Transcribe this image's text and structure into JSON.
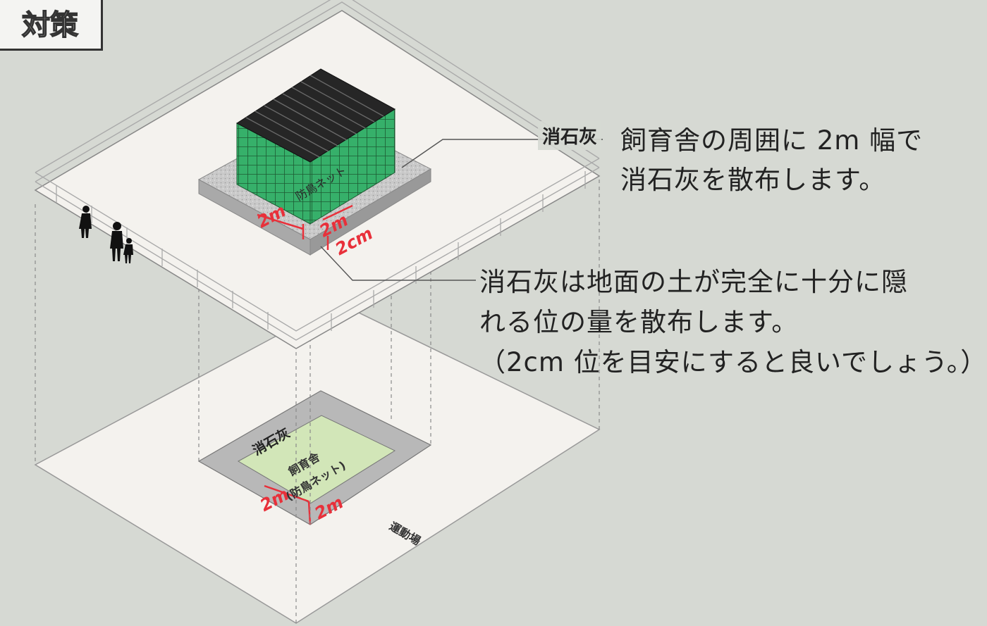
{
  "title": "対策",
  "upper": {
    "net_label": "防鳥ネット",
    "dim_width": "2m",
    "dim_depth": "2m",
    "dim_thickness": "2cm"
  },
  "lower": {
    "lime_label": "消石灰",
    "house_label_1": "飼育舎",
    "house_label_2": "(防鳥ネット)",
    "dim_width": "2m",
    "dim_depth": "2m",
    "ground_label": "運動場"
  },
  "callouts": {
    "lime_tag": "消石灰",
    "line1": "飼育舎の周囲に 2m 幅で",
    "line2": "消石灰を散布します。",
    "line3": "消石灰は地面の土が完全に十分に隠",
    "line4": "れる位の量を散布します。",
    "line5": "（2cm 位を目安にすると良いでしょう。）"
  },
  "colors": {
    "background": "#d6d9d3",
    "net_green": "#36b06a",
    "roof": "#262626",
    "lime_gray": "#bfbfbf",
    "dimension_red": "#e8303a",
    "house_floor": "#d2e6b8"
  }
}
